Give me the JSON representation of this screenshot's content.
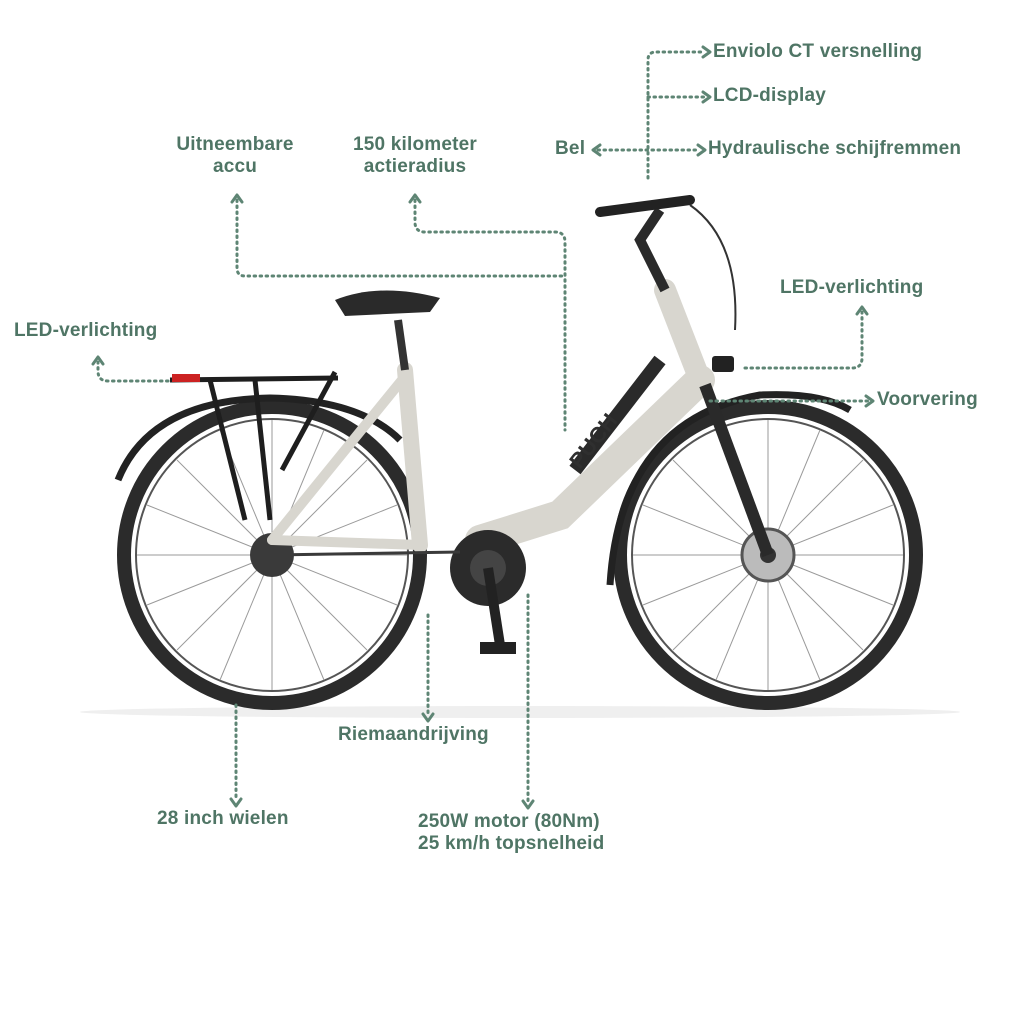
{
  "colors": {
    "accent": "#4f7565",
    "frame": "#d8d6cf",
    "tire": "#2b2b2b",
    "brand_text": "#2f2f2f"
  },
  "bike": {
    "brand": "PUCH"
  },
  "callouts": {
    "enviolo": "Enviolo CT versnelling",
    "lcd": "LCD-display",
    "bel": "Bel",
    "brakes": "Hydraulische schijfremmen",
    "accu_line1": "Uitneembare",
    "accu_line2": "accu",
    "range_line1": "150 kilometer",
    "range_line2": "actieradius",
    "led_front": "LED-verlichting",
    "led_rear": "LED-verlichting",
    "suspension": "Voorvering",
    "belt": "Riemaandrijving",
    "wheels": "28 inch wielen",
    "motor_line1": "250W motor (80Nm)",
    "motor_line2": "25 km/h topsnelheid"
  }
}
